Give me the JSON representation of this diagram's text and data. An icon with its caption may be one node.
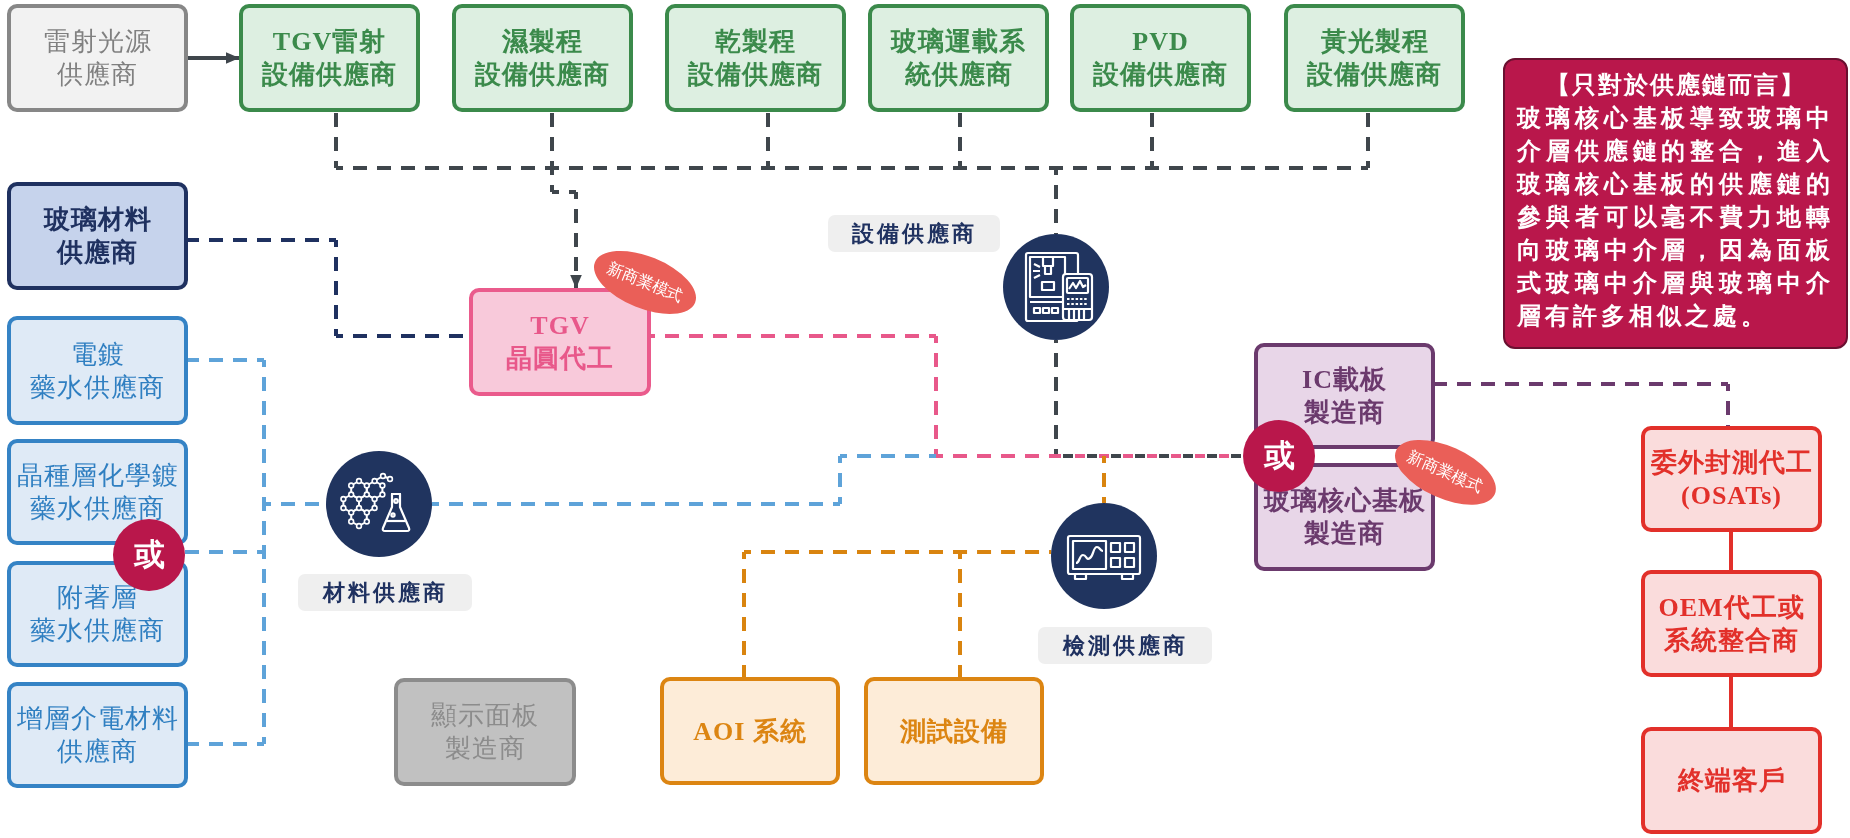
{
  "diagram": {
    "nodes": [
      {
        "text": [
          "雷射光源供應商"
        ]
      },
      {
        "text": [
          "TGV雷射設備供應商"
        ]
      },
      {
        "text": [
          "濕製程設備供應商"
        ]
      },
      {
        "text": [
          "乾製程設備供應商"
        ]
      },
      {
        "text": [
          "玻璃運載系統供應商"
        ]
      },
      {
        "text": [
          "PVD設備供應商"
        ]
      },
      {
        "text": [
          "黃光製程設備供應商"
        ]
      },
      {
        "text": [
          "【只對於供應鏈而言】",
          "玻璃核心基板導致玻璃中介層供應鏈的整合，進入玻璃核心基板的供應鏈的參與者可以毫不費力地轉向玻璃中介層，因為面板式玻璃中介層與玻璃中介層有許多相似之處。"
        ]
      },
      {
        "text": [
          "玻璃材料供應商"
        ]
      },
      {
        "text": [],
        "shape": "circle",
        "beside": [
          "設備供應商"
        ]
      },
      {
        "text": [
          "TGV晶圓代工"
        ]
      },
      {
        "text": [
          "新商業模式"
        ]
      },
      {
        "text": [
          "電鍍藥水供應商"
        ]
      },
      {
        "text": [
          "IC載板製造商"
        ]
      },
      {
        "text": [
          "委外封測代工(OSATs)"
        ]
      },
      {
        "text": [
          "或"
        ]
      },
      {
        "text": [
          "新商業模式"
        ]
      },
      {
        "text": [
          "晶種層化學鍍藥水供應商"
        ]
      },
      {
        "text": [],
        "shape": "circle",
        "beside": [
          "材料供應商"
        ]
      },
      {
        "text": [
          "玻璃核心基板製造商"
        ]
      },
      {
        "text": [
          "或"
        ]
      },
      {
        "text": [],
        "shape": "circle",
        "beside": [
          "檢測供應商"
        ]
      },
      {
        "text": [
          "附著層藥水供應商"
        ]
      },
      {
        "text": [
          "OEM代工或系統整合商"
        ]
      },
      {
        "text": [
          "增層介電材料供應商"
        ]
      },
      {
        "text": [
          "顯示面板製造商"
        ]
      },
      {
        "text": [
          "AOI 系統"
        ]
      },
      {
        "text": [
          "測試設備"
        ]
      },
      {
        "text": [
          "終端客戶"
        ]
      }
    ],
    "edges": [
      {
        "from": 0,
        "to": 1,
        "arrow": "to"
      },
      {
        "from": 1,
        "to": 9,
        "arrow": "none",
        "style": "dashed"
      },
      {
        "from": 2,
        "to": 9,
        "arrow": "none",
        "style": "dashed"
      },
      {
        "from": 3,
        "to": 9,
        "arrow": "none",
        "style": "dashed"
      },
      {
        "from": 4,
        "to": 9,
        "arrow": "none",
        "style": "dashed"
      },
      {
        "from": 5,
        "to": 9,
        "arrow": "none",
        "style": "dashed"
      },
      {
        "from": 6,
        "to": 9,
        "arrow": "none",
        "style": "dashed"
      },
      {
        "from": 1,
        "to": 10,
        "arrow": "to",
        "style": "dashed"
      },
      {
        "from": 2,
        "to": 10,
        "arrow": "to",
        "style": "dashed"
      },
      {
        "from": 3,
        "to": 10,
        "arrow": "to",
        "style": "dashed"
      },
      {
        "from": 4,
        "to": 10,
        "arrow": "to",
        "style": "dashed"
      },
      {
        "from": 5,
        "to": 10,
        "arrow": "to",
        "style": "dashed"
      },
      {
        "from": 6,
        "to": 10,
        "arrow": "to",
        "style": "dashed"
      },
      {
        "from": 8,
        "to": 10,
        "arrow": "none",
        "style": "dashed",
        "color": "#1f3160"
      },
      {
        "from": 10,
        "to": 15,
        "arrow": "none",
        "style": "dashed",
        "color": "#e8588a"
      },
      {
        "from": 9,
        "to": 15,
        "arrow": "none",
        "style": "dashed"
      },
      {
        "from": 12,
        "to": 18,
        "arrow": "none",
        "style": "dashed",
        "color": "#5ea3d9"
      },
      {
        "from": 20,
        "to": 18,
        "arrow": "none",
        "style": "dashed",
        "color": "#5ea3d9"
      },
      {
        "from": 24,
        "to": 18,
        "arrow": "none",
        "style": "dashed",
        "color": "#5ea3d9"
      },
      {
        "from": 18,
        "to": 15,
        "arrow": "none",
        "style": "dashed",
        "color": "#5ea3d9"
      },
      {
        "from": 21,
        "to": 15,
        "arrow": "none",
        "style": "dashed",
        "color": "#d9840f"
      },
      {
        "from": 21,
        "to": 26,
        "arrow": "none",
        "style": "dashed",
        "color": "#d9840f"
      },
      {
        "from": 21,
        "to": 27,
        "arrow": "none",
        "style": "dashed",
        "color": "#d9840f"
      },
      {
        "from": 13,
        "to": 14,
        "arrow": "none",
        "style": "dashed",
        "color": "#6b3a6d"
      },
      {
        "from": 14,
        "to": 23,
        "arrow": "none",
        "color": "#e2302a"
      },
      {
        "from": 23,
        "to": 28,
        "arrow": "none",
        "color": "#e2302a"
      }
    ]
  }
}
